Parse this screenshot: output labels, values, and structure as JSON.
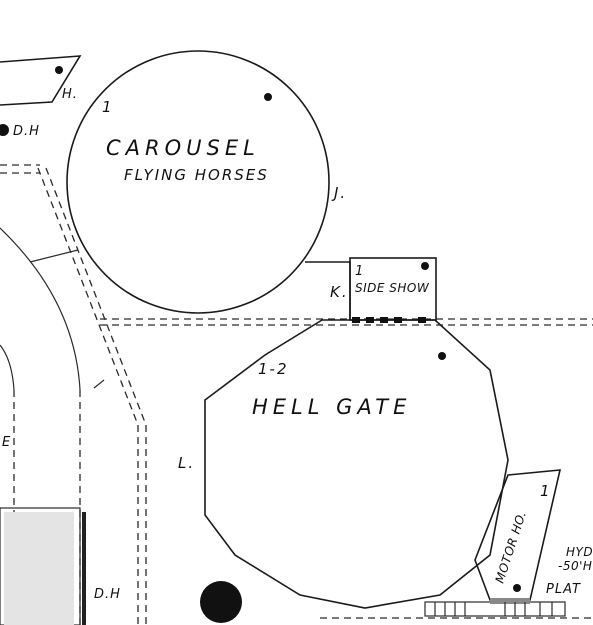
{
  "labels": {
    "carousel_title": "CAROUSEL",
    "carousel_sub": "FLYING HORSES",
    "carousel_num": "1",
    "letter_h": "H.",
    "dh_top": "D.H",
    "letter_j": "J.",
    "letter_k": "K.",
    "side_show": "SIDE SHOW",
    "side_show_num": "1",
    "hell_gate": "HELL GATE",
    "hell_gate_num": "1-2",
    "letter_l": "L.",
    "letter_e": "E",
    "motor_ho": "MOTOR HO.",
    "motor_num": "1",
    "hyd": "HYD",
    "hyd_50": "-50'H",
    "plat": "PLAT",
    "dh_bottom": "D.H"
  }
}
